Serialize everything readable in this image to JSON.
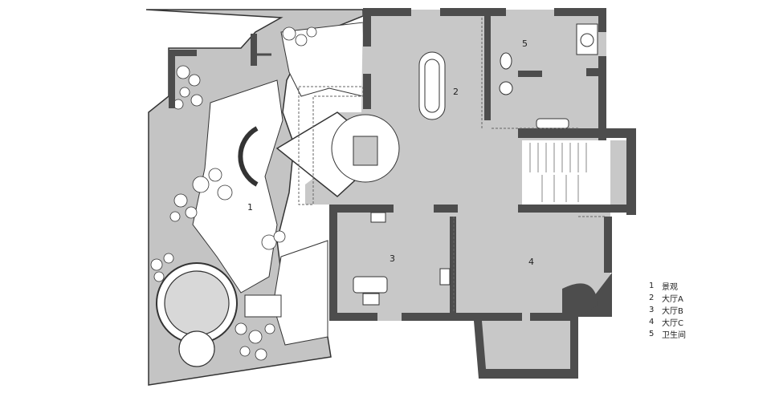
{
  "rooms": [
    {
      "num": "1",
      "name": "景观"
    },
    {
      "num": "2",
      "name": "大厅A"
    },
    {
      "num": "3",
      "name": "大厅B"
    },
    {
      "num": "4",
      "name": "大厅C"
    },
    {
      "num": "5",
      "name": "卫生间"
    }
  ],
  "colors": {
    "wall": "#4d4d4d",
    "floor": "#c8c8c8",
    "garden": "#c4c4c4",
    "path": "#ffffff",
    "line": "#222222"
  }
}
